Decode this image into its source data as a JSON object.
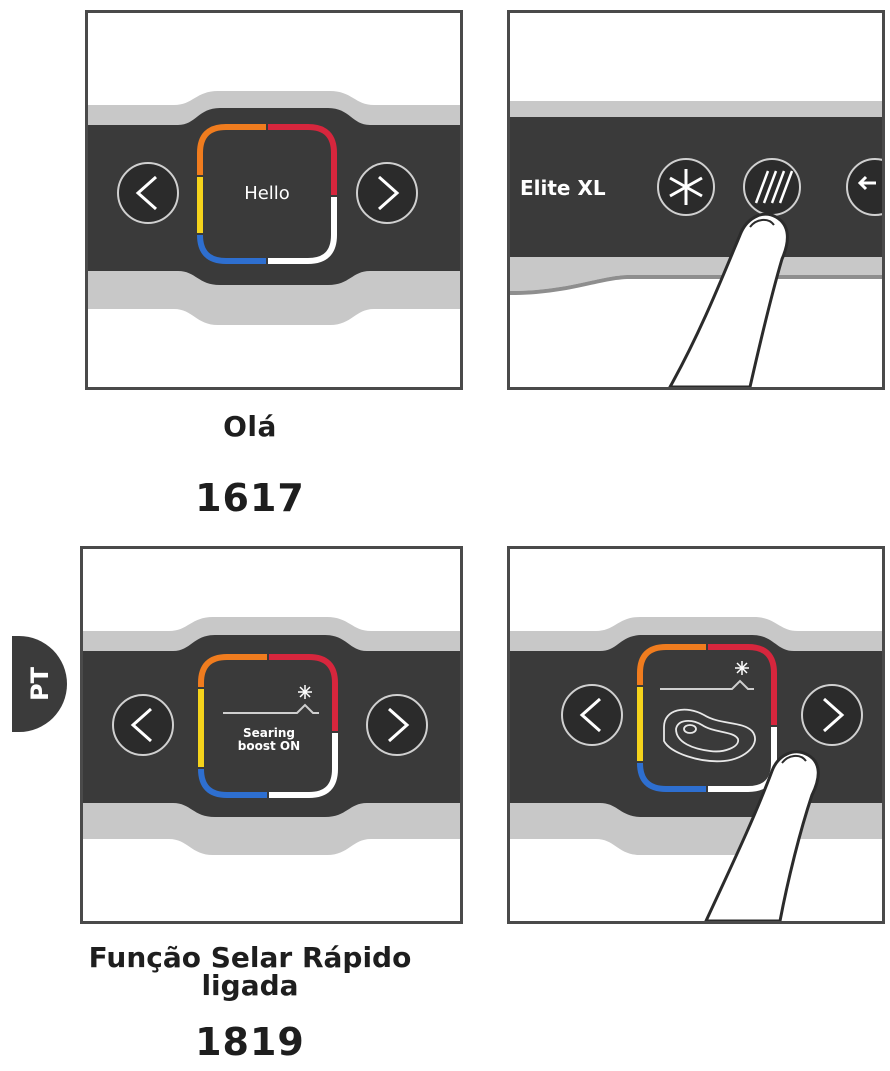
{
  "panels": {
    "hello": {
      "screen_text": "Hello"
    },
    "controller": {
      "brand_label": "Elite XL",
      "snowflake_icon": "snowflake-icon",
      "sear_icon": "sear-hatch-icon"
    },
    "searing": {
      "line1": "Searing",
      "line2": "boost ON"
    },
    "steak": {
      "steak_icon": "steak-icon"
    }
  },
  "captions": {
    "ola": "Olá",
    "num_top": "1617",
    "funcao_line1": "Função Selar Rápido",
    "funcao_line2": "ligada",
    "num_bottom": "1819"
  },
  "language_tab": "PT",
  "colors": {
    "band": "#3a3a3a",
    "band_edge": "#c8c8c8",
    "orange": "#f07c1e",
    "red": "#d7263d",
    "yellow": "#f5d31b",
    "blue": "#2e6fd0",
    "white": "#ffffff"
  }
}
